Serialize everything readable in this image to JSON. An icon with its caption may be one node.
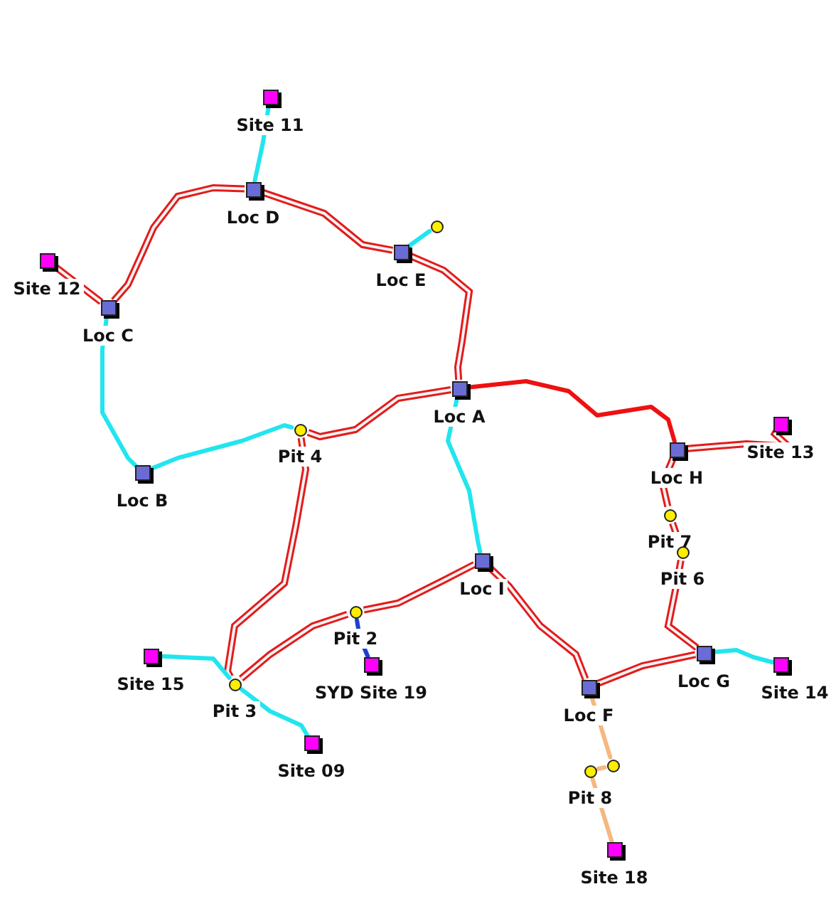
{
  "diagram": {
    "nodes": [
      {
        "text": [
          "Site 11"
        ]
      },
      {
        "text": [
          "Loc D"
        ]
      },
      {
        "text": [],
        "shape": "circle"
      },
      {
        "text": [
          "Loc E"
        ]
      },
      {
        "text": [
          "Site 12"
        ]
      },
      {
        "text": [
          "Loc C"
        ]
      },
      {
        "text": [
          "Loc A"
        ]
      },
      {
        "text": [
          "Site 13"
        ]
      },
      {
        "text": [
          "Pit 4"
        ]
      },
      {
        "text": [
          "Loc H"
        ]
      },
      {
        "text": [
          "Loc B"
        ]
      },
      {
        "text": [
          "Pit 7"
        ]
      },
      {
        "text": [
          "Pit 6"
        ]
      },
      {
        "text": [
          "Loc I"
        ]
      },
      {
        "text": [
          "Pit 2"
        ]
      },
      {
        "text": [
          "Loc G"
        ]
      },
      {
        "text": [
          "Site 15"
        ]
      },
      {
        "text": [
          "Site 14"
        ]
      },
      {
        "text": [
          "SYD Site 19"
        ]
      },
      {
        "text": [
          "Pit 3"
        ]
      },
      {
        "text": [
          "Loc F"
        ]
      },
      {
        "text": [
          "Site 09"
        ]
      },
      {
        "text": [],
        "shape": "circle"
      },
      {
        "text": [
          "Pit 8"
        ]
      },
      {
        "text": [
          "Site 18"
        ]
      }
    ],
    "edges": [
      {
        "from": 0,
        "to": 1,
        "arrow": "none",
        "color": "#22e5ee"
      },
      {
        "from": 5,
        "to": 1,
        "arrow": "none"
      },
      {
        "from": 1,
        "to": 3,
        "arrow": "none"
      },
      {
        "from": 3,
        "to": 2,
        "arrow": "none",
        "color": "#22e5ee"
      },
      {
        "from": 3,
        "to": 6,
        "arrow": "none"
      },
      {
        "from": 4,
        "to": 5,
        "arrow": "none"
      },
      {
        "from": 5,
        "to": 10,
        "arrow": "none",
        "color": "#22e5ee"
      },
      {
        "from": 10,
        "to": 8,
        "arrow": "none",
        "color": "#22e5ee"
      },
      {
        "from": 6,
        "to": 8,
        "arrow": "none"
      },
      {
        "from": 6,
        "to": 9,
        "arrow": "none",
        "color": "#ee1111"
      },
      {
        "from": 6,
        "to": 13,
        "arrow": "none",
        "color": "#22e5ee"
      },
      {
        "from": 8,
        "to": 19,
        "arrow": "none"
      },
      {
        "from": 19,
        "to": 14,
        "arrow": "none"
      },
      {
        "from": 14,
        "to": 13,
        "arrow": "none"
      },
      {
        "from": 13,
        "to": 20,
        "arrow": "none"
      },
      {
        "from": 20,
        "to": 15,
        "arrow": "none"
      },
      {
        "from": 15,
        "to": 12,
        "arrow": "none"
      },
      {
        "from": 12,
        "to": 11,
        "arrow": "none"
      },
      {
        "from": 11,
        "to": 9,
        "arrow": "none"
      },
      {
        "from": 9,
        "to": 7,
        "arrow": "none"
      },
      {
        "from": 15,
        "to": 17,
        "arrow": "none",
        "color": "#22e5ee"
      },
      {
        "from": 14,
        "to": 18,
        "arrow": "none",
        "color": "#1f3fd0"
      },
      {
        "from": 16,
        "to": 19,
        "arrow": "none",
        "color": "#22e5ee"
      },
      {
        "from": 19,
        "to": 21,
        "arrow": "none",
        "color": "#22e5ee"
      },
      {
        "from": 20,
        "to": 22,
        "arrow": "none",
        "color": "#f5b880"
      },
      {
        "from": 22,
        "to": 23,
        "arrow": "none",
        "color": "#f5b880"
      },
      {
        "from": 23,
        "to": 24,
        "arrow": "none",
        "color": "#f5b880"
      }
    ]
  }
}
